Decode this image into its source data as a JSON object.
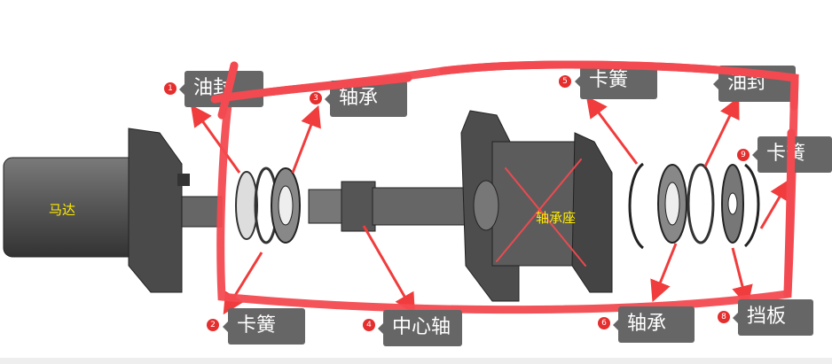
{
  "parts": {
    "motor": "马达",
    "bearing_housing": "轴承座"
  },
  "callouts": [
    {
      "number": "1",
      "label": "油封"
    },
    {
      "number": "2",
      "label": "卡簧"
    },
    {
      "number": "3",
      "label": "轴承"
    },
    {
      "number": "4",
      "label": "中心轴"
    },
    {
      "number": "5",
      "label": "卡簧"
    },
    {
      "number": "6",
      "label": "轴承"
    },
    {
      "number": "",
      "label": "油封"
    },
    {
      "number": "8",
      "label": "挡板"
    },
    {
      "number": "9",
      "label": "卡簧"
    }
  ],
  "colors": {
    "label_bg": "#666666",
    "badge": "#e52e2e",
    "annotation": "#f24a50",
    "part_text": "#ffeb00"
  }
}
